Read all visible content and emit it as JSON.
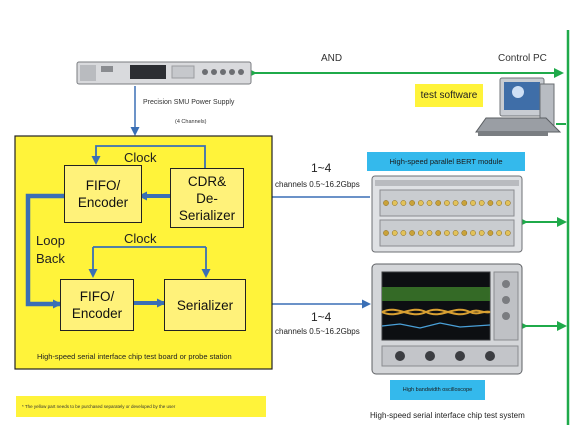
{
  "top": {
    "and_label": "AND",
    "control_pc_label": "Control PC",
    "power_supply_label": "Precision SMU Power Supply",
    "power_supply_channels": "(4 Channels)",
    "test_software_label": "test software"
  },
  "board": {
    "blocks": {
      "fifo_encoder_top": "FIFO/\nEncoder",
      "cdr_deserializer": "CDR&\nDe-\nSerializer",
      "fifo_encoder_bottom": "FIFO/\nEncoder",
      "serializer": "Serializer"
    },
    "clock_top": "Clock",
    "clock_bottom": "Clock",
    "loop_back": "Loop\nBack",
    "caption": "High-speed serial interface chip test board or probe station"
  },
  "links": {
    "input": {
      "count": "1~4",
      "rate": "channels 0.5~16.2Gbps"
    },
    "output": {
      "count": "1~4",
      "rate": "channels 0.5~16.2Gbps"
    }
  },
  "instruments": {
    "bert_label": "High-speed parallel BERT module",
    "scope_label": "High bandwidth oscilloscope",
    "system_caption": "High-speed serial interface chip test system"
  },
  "note": "* The yellow part needs to be purchased separately or developed by the user",
  "colors": {
    "yellow": "#fff33a",
    "block_yellow": "#fff27a",
    "green": "#1faa4a",
    "blue_arrow": "#3a6fb5",
    "bert_label_bg": "#34b9ec"
  }
}
